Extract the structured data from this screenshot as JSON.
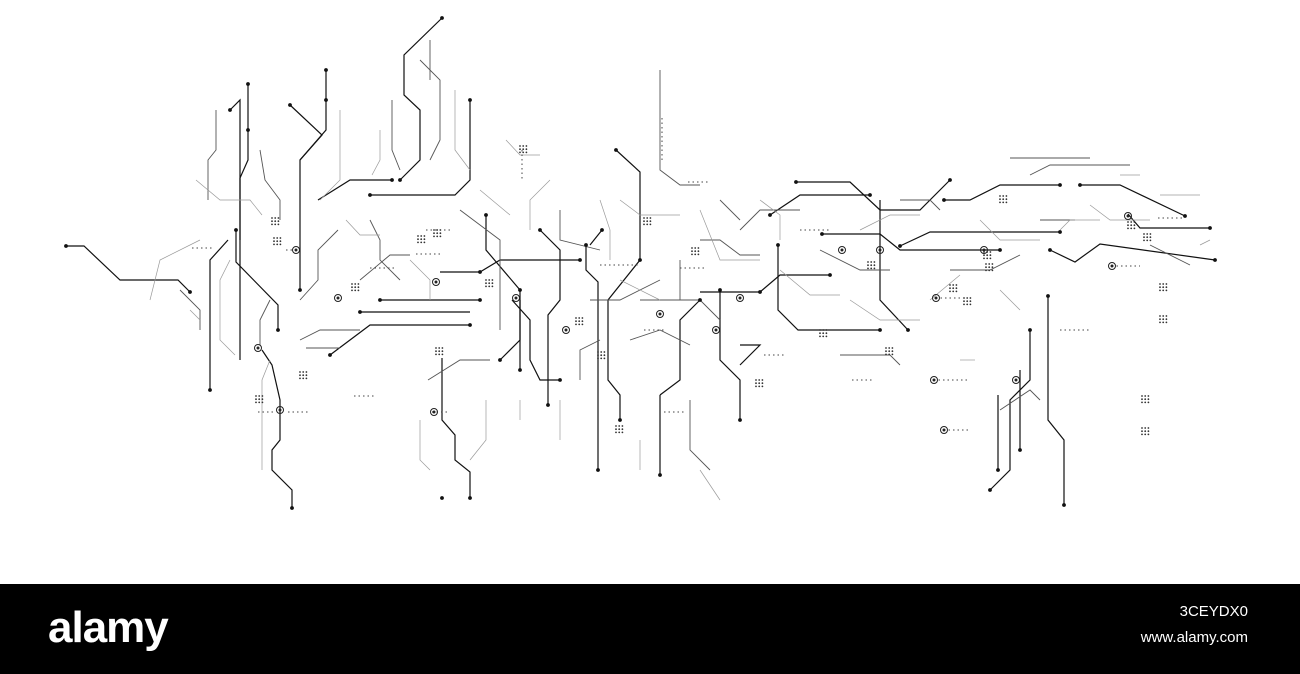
{
  "artwork": {
    "subject": "circuit-board-line-art",
    "colors": {
      "background": "#ffffff",
      "trace_dark": "#111111",
      "trace_mid": "#555555",
      "trace_light": "#9a9a9a"
    }
  },
  "footer": {
    "brand": "alamy",
    "image_id": "3CEYDX0",
    "url": "www.alamy.com",
    "colors": {
      "background": "#000000",
      "text": "#ffffff"
    }
  }
}
